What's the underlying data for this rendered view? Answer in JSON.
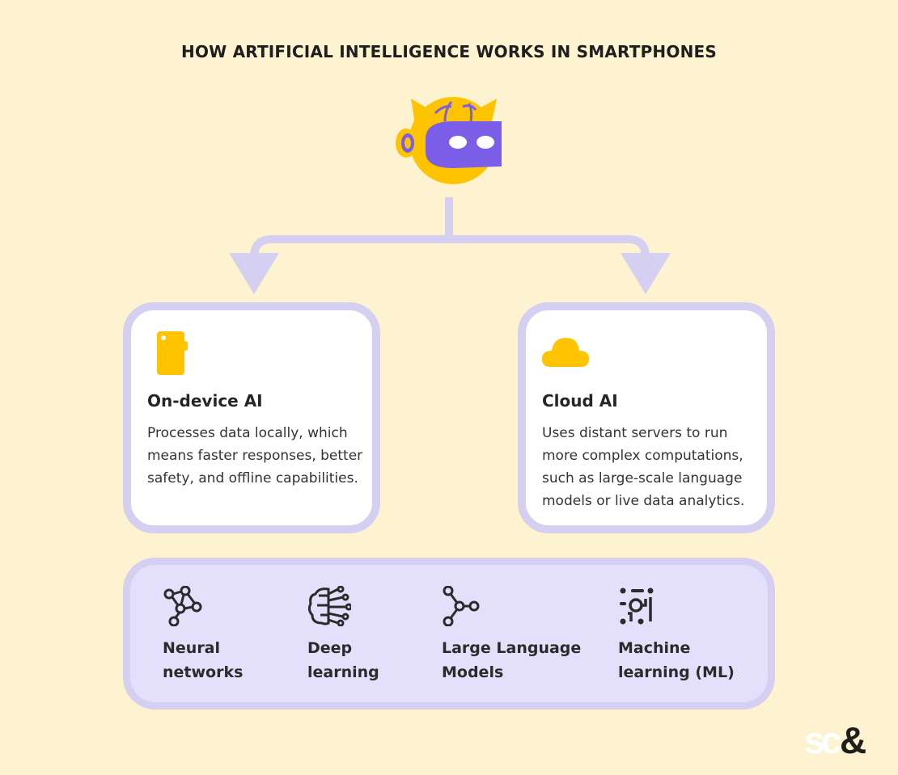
{
  "title": "HOW ARTIFICIAL INTELLIGENCE WORKS IN SMARTPHONES",
  "colors": {
    "background": "#FDF3D0",
    "accent_yellow": "#FFC400",
    "accent_purple": "#7B5FE8",
    "border_lavender": "#D5D0F1",
    "panel_lavender": "#E4E0FB"
  },
  "robot": {
    "icon": "robot-head-icon"
  },
  "cards": [
    {
      "icon": "smartphone-icon",
      "title": "On-device AI",
      "description": "Processes data locally, which means faster responses, better safety, and offline capabilities."
    },
    {
      "icon": "cloud-icon",
      "title": "Cloud AI",
      "description": "Uses distant servers to run more complex computations, such as large-scale language models or live data analytics."
    }
  ],
  "technologies": [
    {
      "icon": "neural-network-icon",
      "label": "Neural\nnetworks"
    },
    {
      "icon": "brain-circuit-icon",
      "label": "Deep\nlearning"
    },
    {
      "icon": "node-graph-icon",
      "label": "Large Language\nModels"
    },
    {
      "icon": "machine-learning-icon",
      "label": "Machine\nlearning (ML)"
    }
  ],
  "logo": {
    "text": "sc&"
  }
}
